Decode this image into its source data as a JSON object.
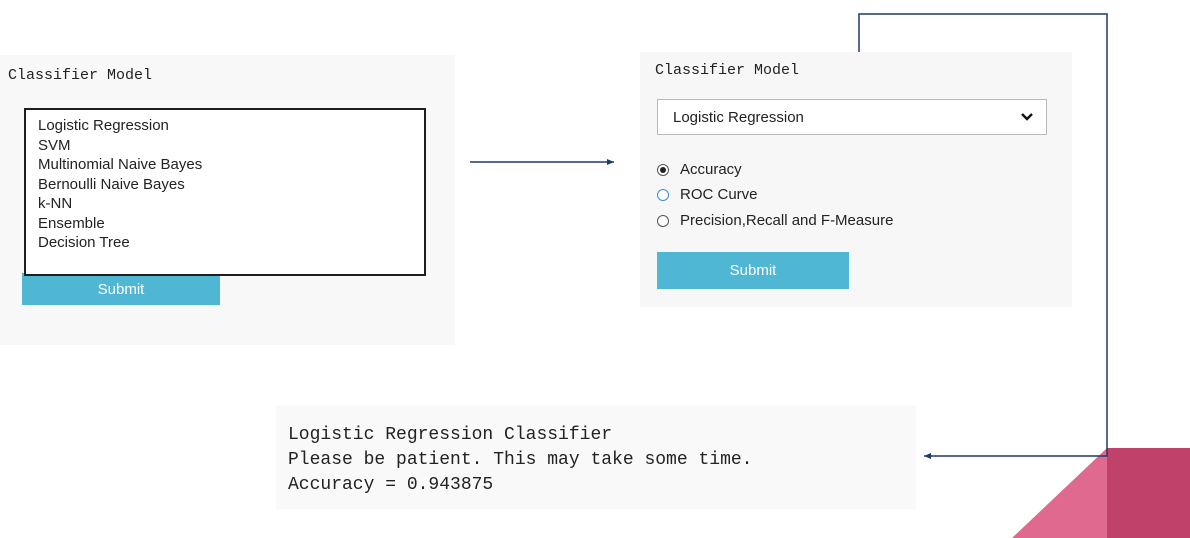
{
  "left_panel": {
    "title": "Classifier Model",
    "listbox_options": [
      "Logistic Regression",
      "SVM",
      "Multinomial Naive Bayes",
      "Bernoulli Naive Bayes",
      "k-NN",
      "Ensemble",
      "Decision Tree"
    ],
    "selected_option": "Logistic Regression",
    "submit_label": "Submit"
  },
  "right_panel": {
    "title": "Classifier Model",
    "select_value": "Logistic Regression",
    "radio_options": [
      {
        "label": "Accuracy",
        "checked": true
      },
      {
        "label": "ROC Curve",
        "checked": false
      },
      {
        "label": "Precision,Recall and F-Measure",
        "checked": false
      }
    ],
    "submit_label": "Submit"
  },
  "output": {
    "lines": [
      "Logistic Regression Classifier",
      "Please be patient. This may take some time.",
      "Accuracy = 0.943875"
    ]
  },
  "colors": {
    "button": "#4fb7d3",
    "arrow": "#1f3a68",
    "deco_pink": "#e0698f",
    "deco_crimson": "#c0426a"
  }
}
